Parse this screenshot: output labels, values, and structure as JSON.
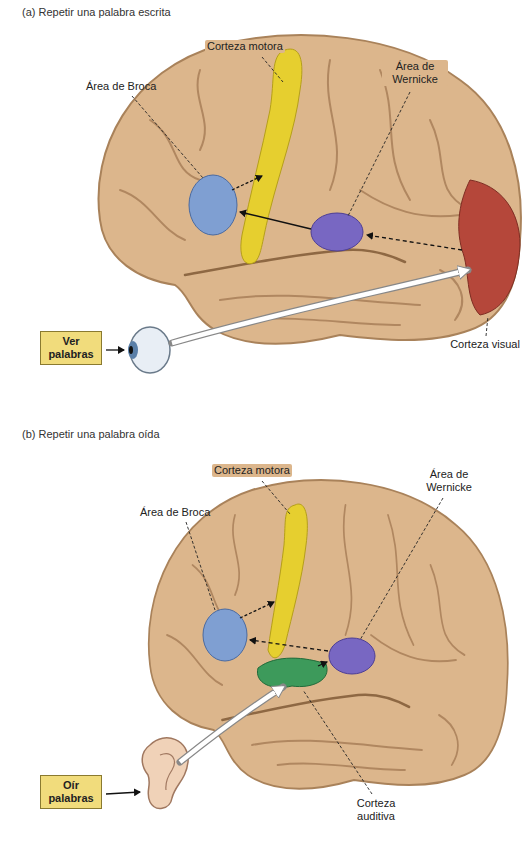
{
  "diagram": {
    "nodes": [
      {
        "text": [
          "Ver palabras"
        ]
      },
      {
        "text": [
          "Oír palabras"
        ]
      }
    ],
    "labels": [
      "(a) Repetir una palabra escrita",
      "Corteza motora",
      "Área de Broca",
      "Área de Wernicke",
      "Corteza visual",
      "(b) Repetir una palabra oída",
      "Corteza motora",
      "Área de Broca",
      "Área de Wernicke",
      "Corteza auditiva"
    ]
  }
}
